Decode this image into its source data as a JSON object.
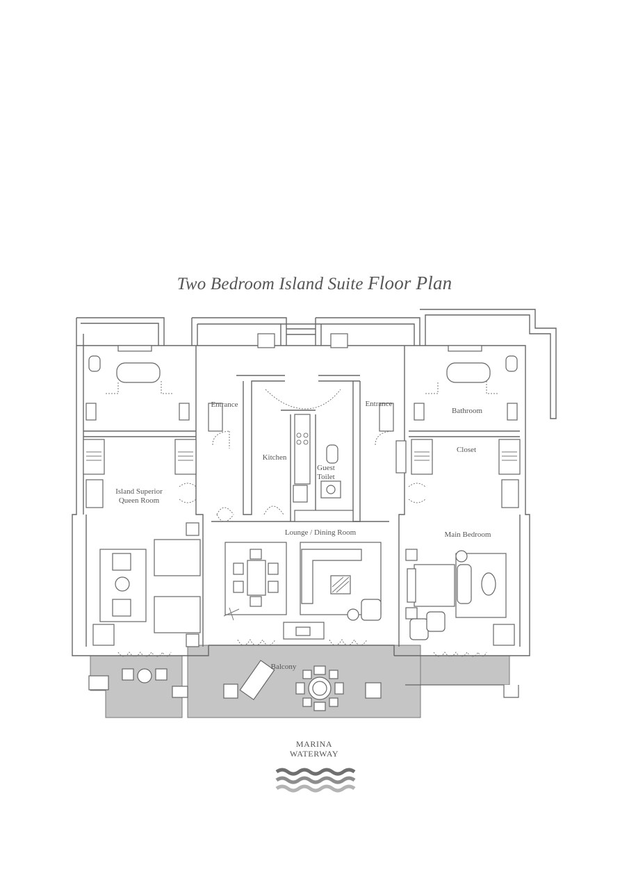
{
  "title": {
    "italic_part": "Two Bedroom Island Suite",
    "plain_part": "Floor Plan"
  },
  "rooms": {
    "entrance_left": "Entrance",
    "entrance_right": "Entrance",
    "kitchen": "Kitchen",
    "guest_toilet_line1": "Guest",
    "guest_toilet_line2": "Toilet",
    "bathroom": "Bathroom",
    "closet": "Closet",
    "island_queen_line1": "Island Superior",
    "island_queen_line2": "Queen Room",
    "lounge": "Lounge / Dining Room",
    "main_bedroom": "Main Bedroom",
    "balcony": "Balcony"
  },
  "marina": {
    "line1": "MARINA",
    "line2": "WATERWAY"
  },
  "colors": {
    "balcony_fill": "#c6c5c5",
    "wall": "#666666",
    "wave_dark": "#6f6f6f",
    "wave_mid": "#8d8d8d",
    "wave_light": "#b4b4b4"
  }
}
